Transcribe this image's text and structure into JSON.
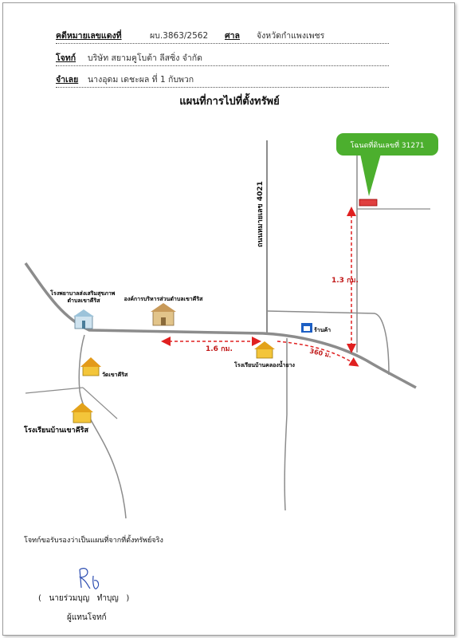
{
  "header": {
    "case_label": "คดีหมายเลขแดงที่",
    "case_value": "ผบ.3863/2562",
    "court_label": "ศาล",
    "court_value": "จังหวัดกำแพงเพชร",
    "plaintiff_label": "โจทก์",
    "plaintiff_value": "บริษัท สยามคูโบต้า ลีสซิ่ง จำกัด",
    "defendant_label": "จำเลย",
    "defendant_value": "นางอุดม เดชะผล ที่ 1 กับพวก"
  },
  "map_title": "แผนที่การไปที่ตั้งทรัพย์",
  "map": {
    "deed_callout": "โฉนดที่ดินเลขที่ 31271",
    "road_label": "ถนนหมายเลข 4021",
    "distance_vertical": "1.3 กม.",
    "distance_left": "1.6 กม.",
    "distance_right": "360 ม.",
    "places": {
      "hospital": "โรงพยาบาลส่งเสริมสุขภาพ ตำบลเขาคีริส",
      "sao": "องค์การบริหารส่วนตำบลเขาคีริส",
      "shop": "ร้านค้า",
      "school_center": "โรงเรียนบ้านคลองน้ำยาง",
      "temple": "วัดเขาคีริส",
      "school_left": "โรงเรียนบ้านเขาคีริส"
    },
    "colors": {
      "road": "#8c8c8c",
      "callout": "#4caf2e",
      "distance_arrow": "#e02020",
      "shop_icon": "#1d5fc4"
    }
  },
  "certification": "โจทก์ขอรับรองว่าเป็นแผนที่จากที่ตั้งทรัพย์จริง",
  "signature": {
    "name_line": "(   นายร่วมบุญ   ทำบุญ   )",
    "role": "ผู้แทนโจทก์"
  }
}
